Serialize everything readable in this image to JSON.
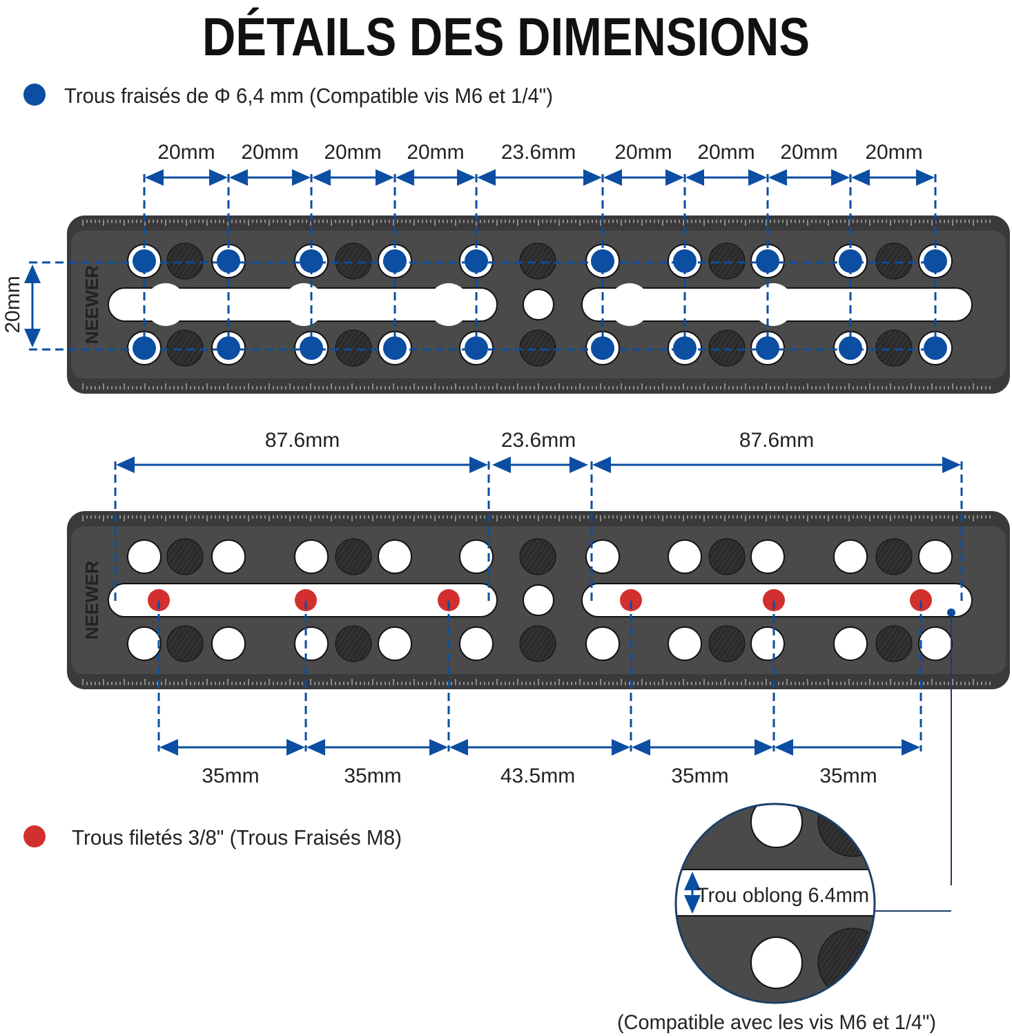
{
  "title": "DÉTAILS DES DIMENSIONS",
  "colors": {
    "blue": "#0b4ea2",
    "red": "#d22f2f",
    "plate": "#4a4a4a",
    "dark_hole": "#2b2b2b"
  },
  "legend_blue": "Trous fraisés de Φ 6,4 mm (Compatible vis M6 et 1/4\")",
  "legend_red": "Trous filetés 3/8\" (Trous Fraisés M8)",
  "top_plate": {
    "logo": "NEEWER",
    "spacing_labels": [
      "20mm",
      "20mm",
      "20mm",
      "20mm",
      "23.6mm",
      "20mm",
      "20mm",
      "20mm",
      "20mm"
    ],
    "row_spacing_label": "20mm"
  },
  "bottom_plate": {
    "logo": "NEEWER",
    "top_labels": [
      "87.6mm",
      "23.6mm",
      "87.6mm"
    ],
    "bottom_labels": [
      "35mm",
      "35mm",
      "43.5mm",
      "35mm",
      "35mm"
    ]
  },
  "callout": {
    "slot_label": "Trou oblong 6.4mm",
    "caption": "(Compatible avec les vis M6 et 1/4\")"
  }
}
